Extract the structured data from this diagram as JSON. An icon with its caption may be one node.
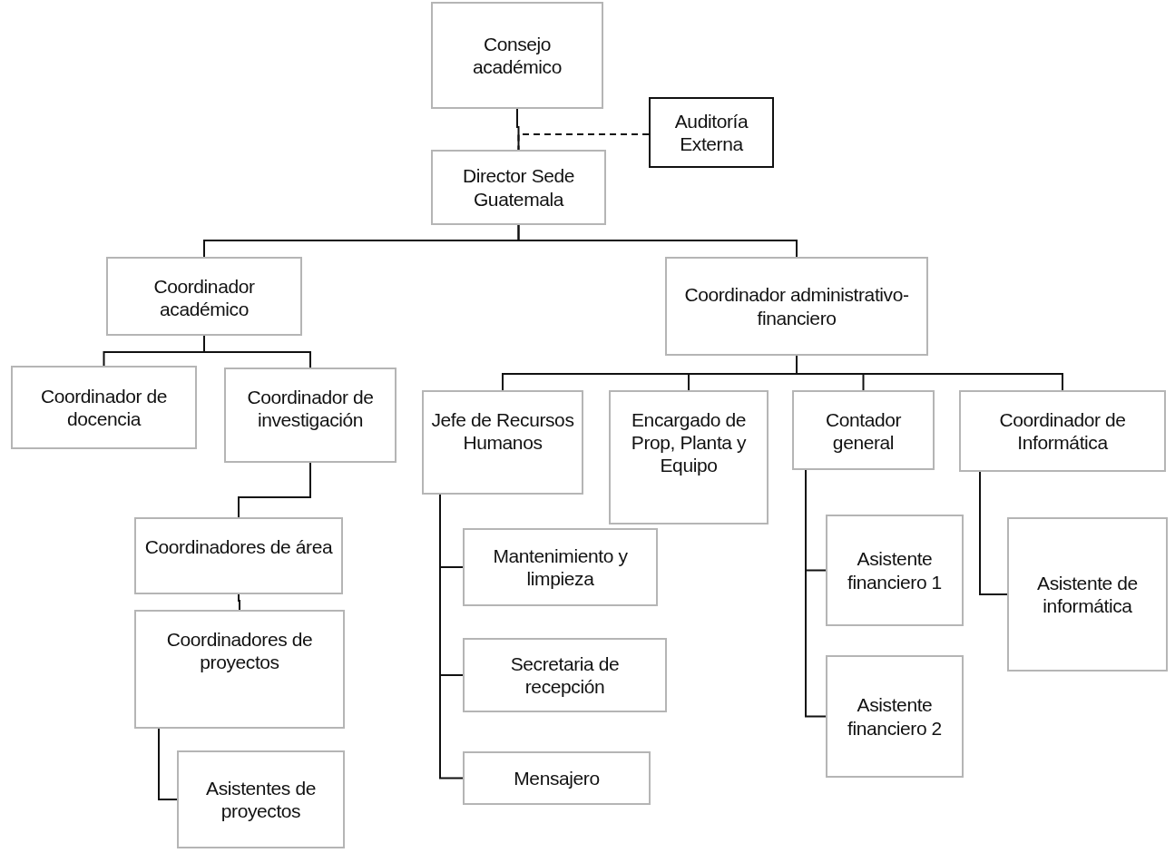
{
  "diagram": {
    "nodes": [
      {
        "text": [
          "Consejo académico"
        ]
      },
      {
        "text": [
          "Auditoría Externa"
        ]
      },
      {
        "text": [
          "Director Sede Guatemala"
        ]
      },
      {
        "text": [
          "Coordinador académico"
        ]
      },
      {
        "text": [
          "Coordinador administrativo-financiero"
        ]
      },
      {
        "text": [
          "Coordinador de docencia"
        ]
      },
      {
        "text": [
          "Coordinador de investigación"
        ]
      },
      {
        "text": [
          "Jefe de Recursos Humanos"
        ]
      },
      {
        "text": [
          "Encargado de Prop, Planta y Equipo"
        ]
      },
      {
        "text": [
          "Contador general"
        ]
      },
      {
        "text": [
          "Coordinador de Informática"
        ]
      },
      {
        "text": [
          "Coordinadores de área"
        ]
      },
      {
        "text": [
          "Coordinadores de proyectos"
        ]
      },
      {
        "text": [
          "Asistentes de proyectos"
        ]
      },
      {
        "text": [
          "Mantenimiento y limpieza"
        ]
      },
      {
        "text": [
          "Secretaria de recepción"
        ]
      },
      {
        "text": [
          "Mensajero"
        ]
      },
      {
        "text": [
          "Asistente financiero 1"
        ]
      },
      {
        "text": [
          "Asistente financiero 2"
        ]
      },
      {
        "text": [
          "Asistente de informática"
        ]
      }
    ],
    "edges": [
      {
        "from": 0,
        "to": 2,
        "arrow": "none"
      },
      {
        "from": 1,
        "to": 2,
        "arrow": "none",
        "style": "dashed"
      },
      {
        "from": 2,
        "to": 3,
        "arrow": "none"
      },
      {
        "from": 2,
        "to": 4,
        "arrow": "none"
      },
      {
        "from": 3,
        "to": 5,
        "arrow": "none"
      },
      {
        "from": 3,
        "to": 6,
        "arrow": "none"
      },
      {
        "from": 6,
        "to": 11,
        "arrow": "none"
      },
      {
        "from": 11,
        "to": 12,
        "arrow": "none"
      },
      {
        "from": 12,
        "to": 13,
        "arrow": "none"
      },
      {
        "from": 4,
        "to": 7,
        "arrow": "none"
      },
      {
        "from": 4,
        "to": 8,
        "arrow": "none"
      },
      {
        "from": 4,
        "to": 9,
        "arrow": "none"
      },
      {
        "from": 4,
        "to": 10,
        "arrow": "none"
      },
      {
        "from": 7,
        "to": 14,
        "arrow": "none"
      },
      {
        "from": 7,
        "to": 15,
        "arrow": "none"
      },
      {
        "from": 7,
        "to": 16,
        "arrow": "none"
      },
      {
        "from": 9,
        "to": 17,
        "arrow": "none"
      },
      {
        "from": 9,
        "to": 18,
        "arrow": "none"
      },
      {
        "from": 10,
        "to": 19,
        "arrow": "none"
      }
    ]
  }
}
